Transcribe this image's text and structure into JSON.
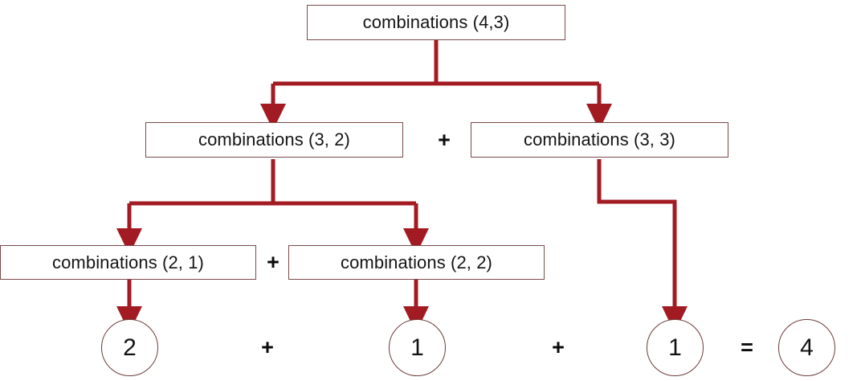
{
  "diagram": {
    "title_node": {
      "label": "combinations (4,3)"
    },
    "level2": [
      {
        "label": "combinations (3, 2)"
      },
      {
        "label": "combinations (3, 3)"
      }
    ],
    "level3": [
      {
        "label": "combinations (2, 1)"
      },
      {
        "label": "combinations (2, 2)"
      }
    ],
    "results": [
      {
        "value": "2"
      },
      {
        "value": "1"
      },
      {
        "value": "1"
      },
      {
        "value": "4"
      }
    ],
    "operators": {
      "level2_plus": "+",
      "level3_plus": "+",
      "result_plus_1": "+",
      "result_plus_2": "+",
      "result_equals": "="
    },
    "colors": {
      "connector": "#A31B22",
      "box_border": "#7B4A4A",
      "circle_border": "#6E3B3B",
      "text": "#151515",
      "background": "#FFFFFF"
    }
  }
}
